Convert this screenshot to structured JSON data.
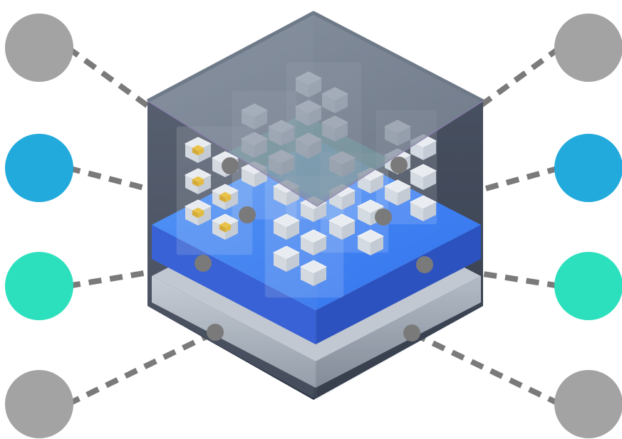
{
  "diagram": {
    "colors": {
      "gray": "#a3a3a3",
      "blue": "#22aadc",
      "teal": "#2de0bd",
      "connector": "#7a7a7a",
      "platform_blue": "#2a7bff",
      "platform_blue_dark": "#1f4fd6",
      "base_gray": "#aeb6c0",
      "shell_dark": "#3c4454",
      "glass_top": "#8f9aa8",
      "accent_yellow": "#f4c430"
    },
    "left_nodes": [
      {
        "id": "left-node-1",
        "color": "gray"
      },
      {
        "id": "left-node-2",
        "color": "blue"
      },
      {
        "id": "left-node-3",
        "color": "teal"
      },
      {
        "id": "left-node-4",
        "color": "gray"
      }
    ],
    "right_nodes": [
      {
        "id": "right-node-1",
        "color": "gray"
      },
      {
        "id": "right-node-2",
        "color": "blue"
      },
      {
        "id": "right-node-3",
        "color": "teal"
      },
      {
        "id": "right-node-4",
        "color": "gray"
      }
    ]
  }
}
